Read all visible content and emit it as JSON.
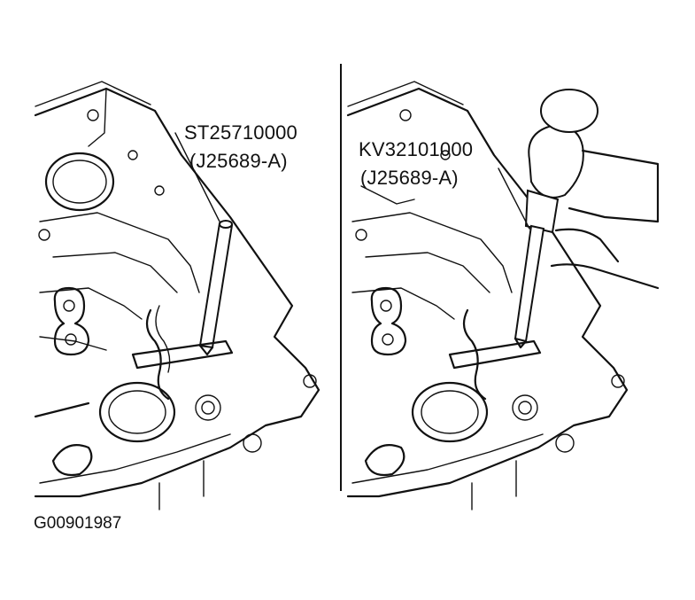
{
  "left_panel": {
    "tool_part_number": "ST25710000",
    "tool_alt_number": "(J25689-A)"
  },
  "right_panel": {
    "tool_part_number": "KV32101000",
    "tool_alt_number": "(J25689-A)"
  },
  "figure_id": "G00901987",
  "colors": {
    "line": "#111111",
    "background": "#ffffff"
  }
}
